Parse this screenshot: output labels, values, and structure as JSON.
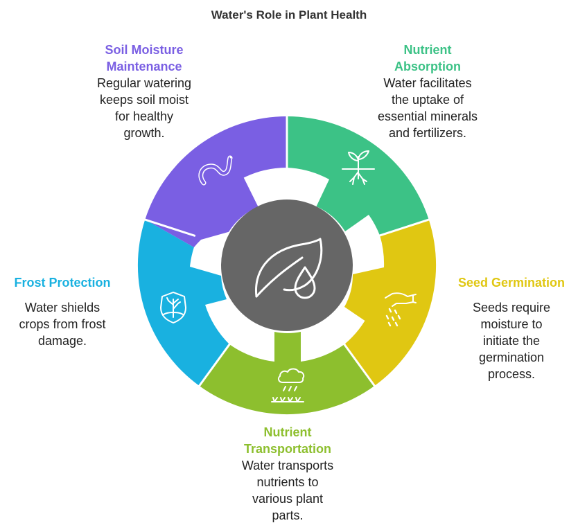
{
  "title": "Water's Role in Plant Health",
  "colors": {
    "soil": "#7a5fe3",
    "nutrient_absorption": "#3cc286",
    "seed": "#e0c712",
    "transport": "#8dbf2e",
    "frost": "#19b1e0",
    "center": "#666666"
  },
  "center": {
    "icon": "leaf-water-drop-icon"
  },
  "segments": {
    "soil_moisture": {
      "title_line1": "Soil Moisture",
      "title_line2": "Maintenance",
      "desc_line1": "Regular watering",
      "desc_line2": "keeps soil moist",
      "desc_line3": "for healthy",
      "desc_line4": "growth.",
      "icon": "worm-icon"
    },
    "nutrient_absorption": {
      "title_line1": "Nutrient",
      "title_line2": "Absorption",
      "desc_line1": "Water facilitates",
      "desc_line2": "the uptake of",
      "desc_line3": "essential minerals",
      "desc_line4": "and fertilizers.",
      "icon": "seedling-roots-icon"
    },
    "seed_germination": {
      "title": "Seed Germination",
      "desc_line1": "Seeds require",
      "desc_line2": "moisture to",
      "desc_line3": "initiate the",
      "desc_line4": "germination",
      "desc_line5": "process.",
      "icon": "hand-sowing-seeds-icon"
    },
    "nutrient_transportation": {
      "title_line1": "Nutrient",
      "title_line2": "Transportation",
      "desc_line1": "Water transports",
      "desc_line2": "nutrients to",
      "desc_line3": "various plant",
      "desc_line4": "parts.",
      "icon": "rain-cloud-sprouts-icon"
    },
    "frost_protection": {
      "title": "Frost Protection",
      "desc_line1": "Water shields",
      "desc_line2": "crops from frost",
      "desc_line3": "damage.",
      "icon": "shield-plant-icon"
    }
  }
}
